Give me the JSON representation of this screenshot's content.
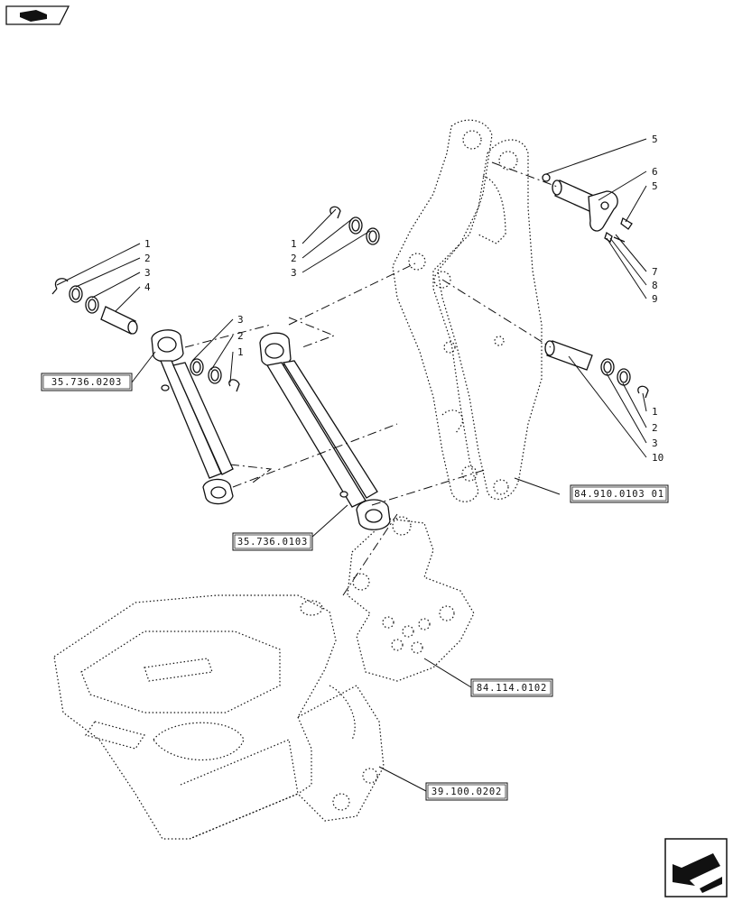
{
  "reference_boxes": {
    "cyl_left": "35.736.0203",
    "cyl_right": "35.736.0103",
    "boom": "84.910.0103 01",
    "mount": "84.114.0102",
    "frame": "39.100.0202"
  },
  "callouts": {
    "left_pin": [
      "1",
      "2",
      "3",
      "4"
    ],
    "left_cyl_end": [
      "3",
      "2",
      "1"
    ],
    "mid_top": [
      "1",
      "2",
      "3"
    ],
    "top_right": [
      "5",
      "6",
      "5",
      "7",
      "8",
      "9"
    ],
    "right_pin": [
      "1",
      "2",
      "3",
      "10"
    ]
  },
  "icons": {
    "corner_top": "book-next-icon",
    "corner_bottom": "page-turn-arrow-icon"
  }
}
